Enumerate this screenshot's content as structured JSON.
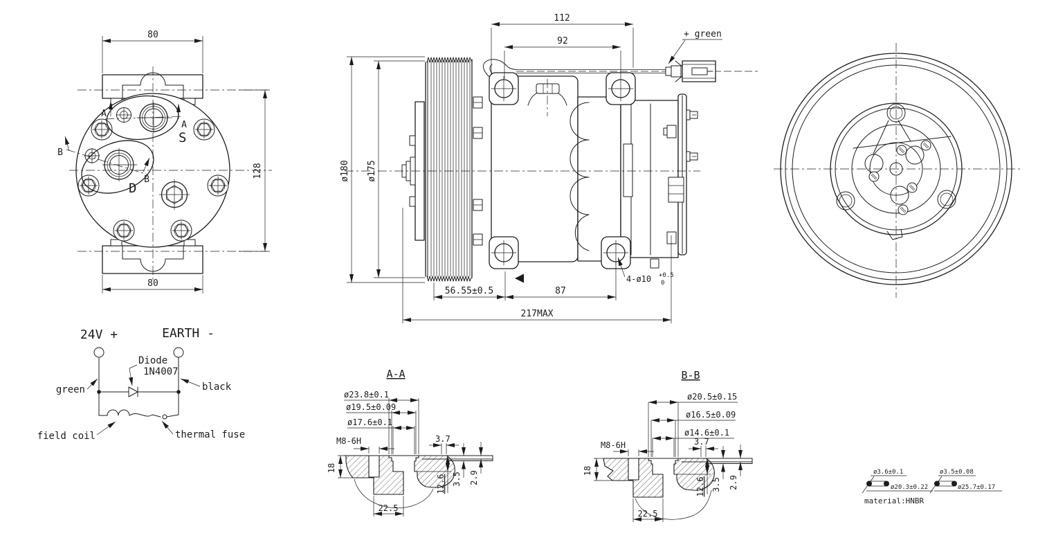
{
  "front_view": {
    "dim_width_top": "80",
    "dim_width_bottom": "80",
    "dim_height": "128",
    "suction_label": "S",
    "discharge_label": "D",
    "section_a": "A",
    "section_b": "B"
  },
  "side_view": {
    "dim_overall_top": "112",
    "dim_mount_top": "92",
    "pulley_od": "ø180",
    "clutch_od": "ø175",
    "dim_pulley_depth": "56.55±0.5",
    "dim_mount_span": "87",
    "dim_total_length": "217MAX",
    "mount_holes": "4-ø10",
    "mount_holes_tol_upper": "+0.5",
    "mount_holes_tol_lower": "0",
    "wire_label": "+ green"
  },
  "wiring_diagram": {
    "positive_terminal": "24V +",
    "negative_terminal": "EARTH -",
    "diode_line1": "Diode",
    "diode_line2": "1N4007",
    "wire_positive": "green",
    "wire_negative": "black",
    "coil_label": "field coil",
    "fuse_label": "thermal fuse"
  },
  "section_aa": {
    "title": "A-A",
    "dia_outer": "ø23.8±0.1",
    "dia_mid": "ø19.5±0.09",
    "dia_inner": "ø17.6±0.1",
    "thread": "M8-6H",
    "dim_step": "3.7",
    "dim_depth": "18",
    "dim_bore_depth": "12.6",
    "dim_plate_thick1": "3.5",
    "dim_plate_thick2": "2.9",
    "dim_boss_width": "22.5"
  },
  "section_bb": {
    "title": "B-B",
    "dia_outer": "ø20.5±0.15",
    "dia_mid": "ø16.5±0.09",
    "dia_inner": "ø14.6±0.1",
    "thread": "M8-6H",
    "dim_step": "3.7",
    "dim_depth": "18",
    "dim_bore_depth": "12.6",
    "dim_plate_thick1": "3.5",
    "dim_plate_thick2": "2.9",
    "dim_boss_width": "22.5"
  },
  "oring_details": {
    "small_cross_section": "ø3.6±0.1",
    "small_inner_dia": "ø20.3±0.22",
    "large_cross_section": "ø3.5±0.08",
    "large_inner_dia": "ø25.7±0.17",
    "material": "material:HNBR"
  }
}
